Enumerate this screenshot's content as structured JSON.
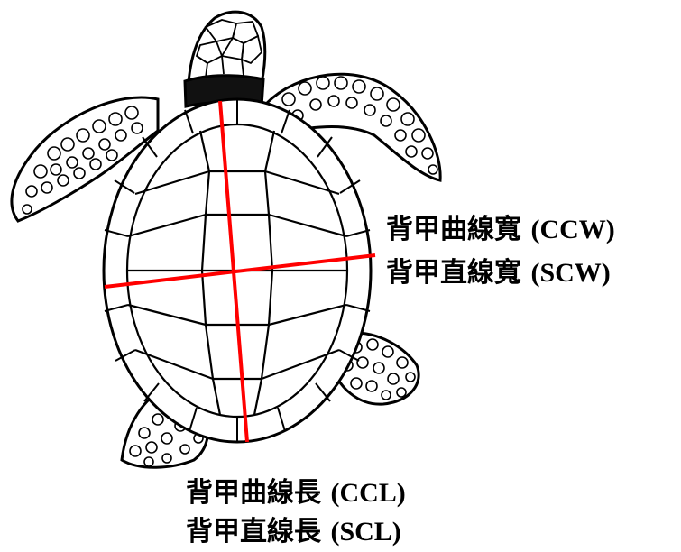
{
  "labels": {
    "ccw": {
      "zh": "背甲曲線寬",
      "abbr": "(CCW)"
    },
    "scw": {
      "zh": "背甲直線寬",
      "abbr": "(SCW)"
    },
    "ccl": {
      "zh": "背甲曲線長",
      "abbr": "(CCL)"
    },
    "scl": {
      "zh": "背甲直線長",
      "abbr": "(SCL)"
    }
  },
  "colors": {
    "measure_line": "#ff0000",
    "outline": "#000000",
    "background": "#ffffff"
  }
}
